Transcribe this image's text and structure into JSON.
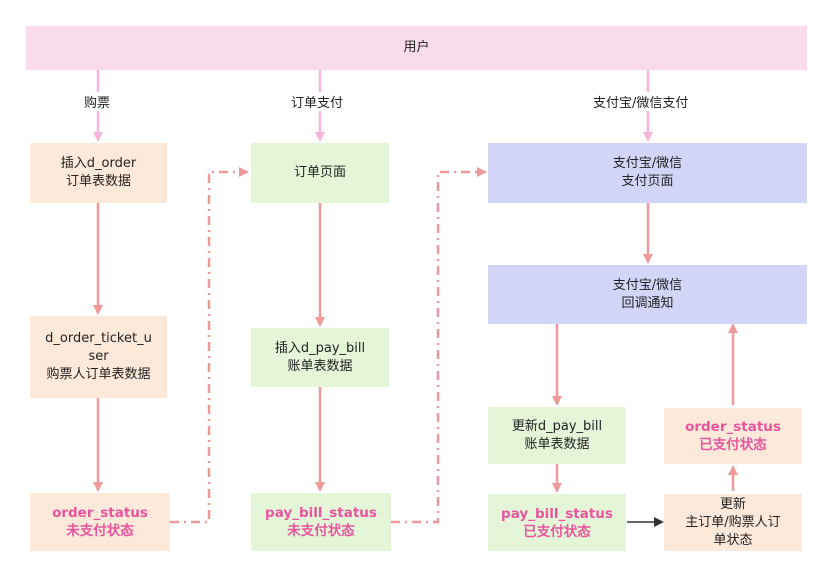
{
  "user": {
    "label": "用户"
  },
  "edges": {
    "buy": "购票",
    "pay_order": "订单支付",
    "alipay_wechat_pay": "支付宝/微信支付"
  },
  "col1": {
    "insert_order": {
      "line1": "插入d_order",
      "line2": "订单表数据"
    },
    "ticket_user": {
      "line1": "d_order_ticket_u",
      "line2": "ser",
      "line3": "购票人订单表数据"
    },
    "order_status": {
      "title": "order_status",
      "state": "未支付状态"
    }
  },
  "col2": {
    "order_page": {
      "label": "订单页面"
    },
    "insert_pay_bill": {
      "line1": "插入d_pay_bill",
      "line2": "账单表数据"
    },
    "pay_bill_status": {
      "title": "pay_bill_status",
      "state": "未支付状态"
    }
  },
  "col3": {
    "pay_page": {
      "line1": "支付宝/微信",
      "line2": "支付页面"
    },
    "callback": {
      "line1": "支付宝/微信",
      "line2": "回调通知"
    },
    "update_pay_bill": {
      "line1": "更新d_pay_bill",
      "line2": "账单表数据"
    },
    "pay_bill_status_paid": {
      "title": "pay_bill_status",
      "state": "已支付状态"
    },
    "update_order": {
      "line1": "更新",
      "line2": "主订单/购票人订",
      "line3": "单状态"
    },
    "order_status_paid": {
      "title": "order_status",
      "state": "已支付状态"
    }
  },
  "colors": {
    "solid_arrow": "#f0999a",
    "light_arrow": "#f7b5dc",
    "dashed_arrow": "#f0999a",
    "black_arrow": "#333333",
    "status_text": "#e8559e"
  }
}
